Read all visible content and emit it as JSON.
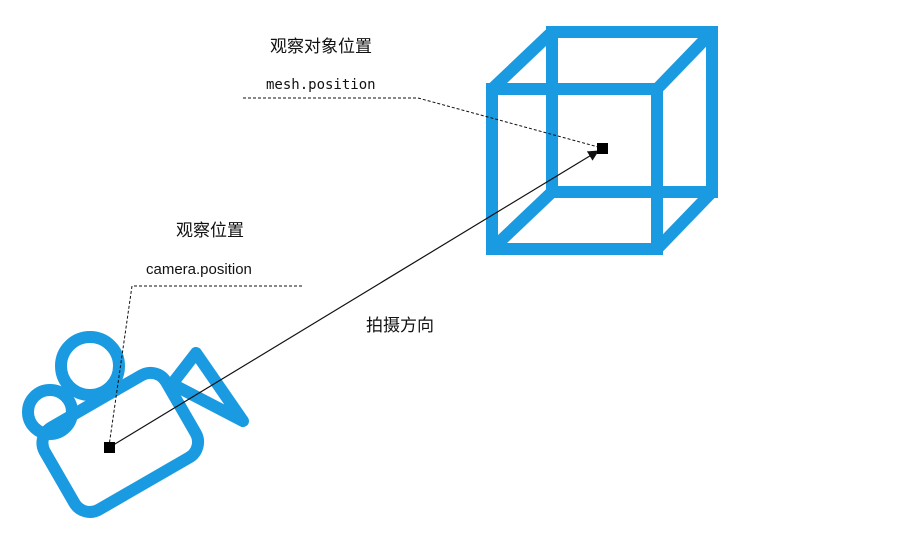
{
  "labels": {
    "target_title": "观察对象位置",
    "target_code": "mesh.position",
    "camera_title": "观察位置",
    "camera_code": "camera.position",
    "direction": "拍摄方向"
  },
  "colors": {
    "icon_blue": "#1a9ae0",
    "point": "#000000",
    "line": "#111111"
  },
  "icons": {
    "target": "cube-wireframe-icon",
    "camera": "video-camera-icon"
  }
}
